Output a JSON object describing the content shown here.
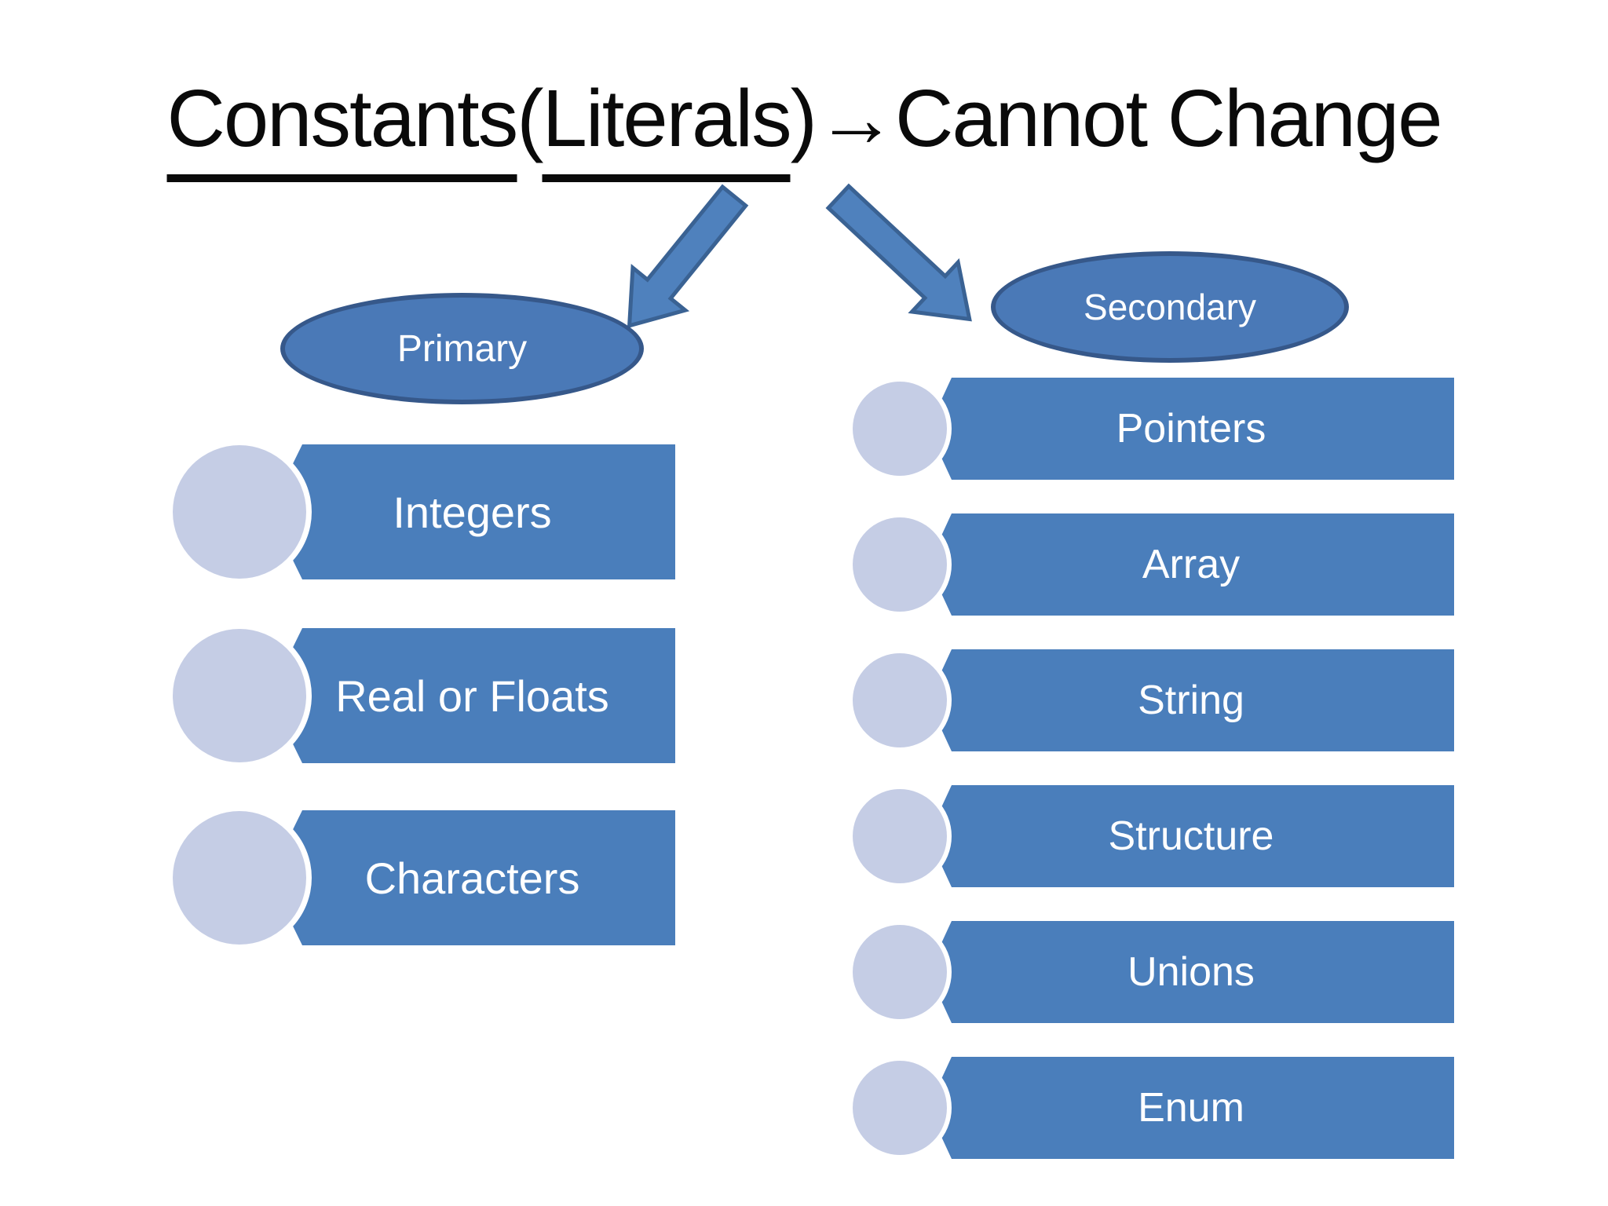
{
  "title": {
    "c1": "Constants",
    "p1": "(",
    "c2": "Literals",
    "p2": ")",
    "arrow": "→",
    "rest": "Cannot Change"
  },
  "left_branch": {
    "label": "Primary",
    "items": [
      "Integers",
      "Real or Floats",
      "Characters"
    ]
  },
  "right_branch": {
    "label": "Secondary",
    "items": [
      "Pointers",
      "Array",
      "String",
      "Structure",
      "Unions",
      "Enum"
    ]
  },
  "colors": {
    "background": "#ffffff",
    "title_text": "#0a0a0a",
    "banner": "#4a7ebb",
    "bullet": "#c5cde5",
    "ellipse_fill": "#4a79b7",
    "ellipse_border": "#36588a",
    "arrow_fill": "#4f81bd",
    "arrow_border": "#3a6293",
    "text_on_blue": "#ffffff"
  }
}
